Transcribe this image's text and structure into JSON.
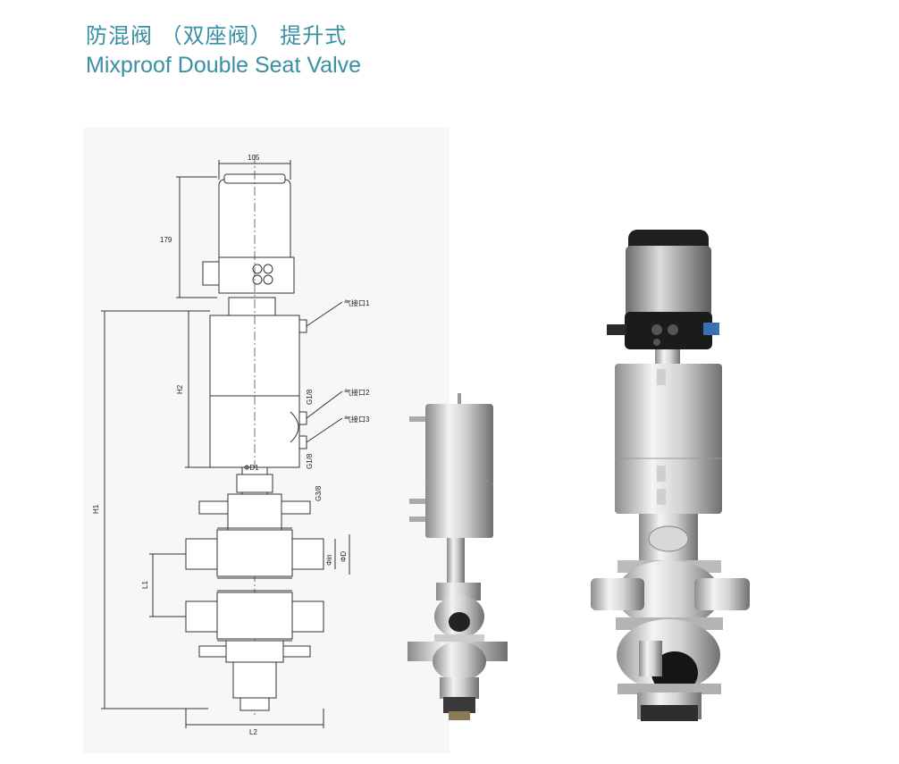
{
  "header": {
    "title_cn": "防混阀 （双座阀） 提升式",
    "title_en": "Mixproof Double Seat Valve"
  },
  "drawing": {
    "dim_diameter": "105",
    "dim_height": "179",
    "port1": "气接口1",
    "port2": "气接口2",
    "port3": "气接口3",
    "h2": "H2",
    "h1": "H1",
    "l1": "L1",
    "l2": "L2",
    "g18_top": "G1/8",
    "g18_bottom": "G1/8",
    "g38": "G3/8",
    "d1": "ΦD1",
    "dn": "Φin",
    "d": "ΦD"
  },
  "colors": {
    "title": "#3a8fa5",
    "steel_light": "#e6e6e6",
    "steel_dark": "#7d7d7d",
    "actuator_black": "#1b1b1b"
  }
}
